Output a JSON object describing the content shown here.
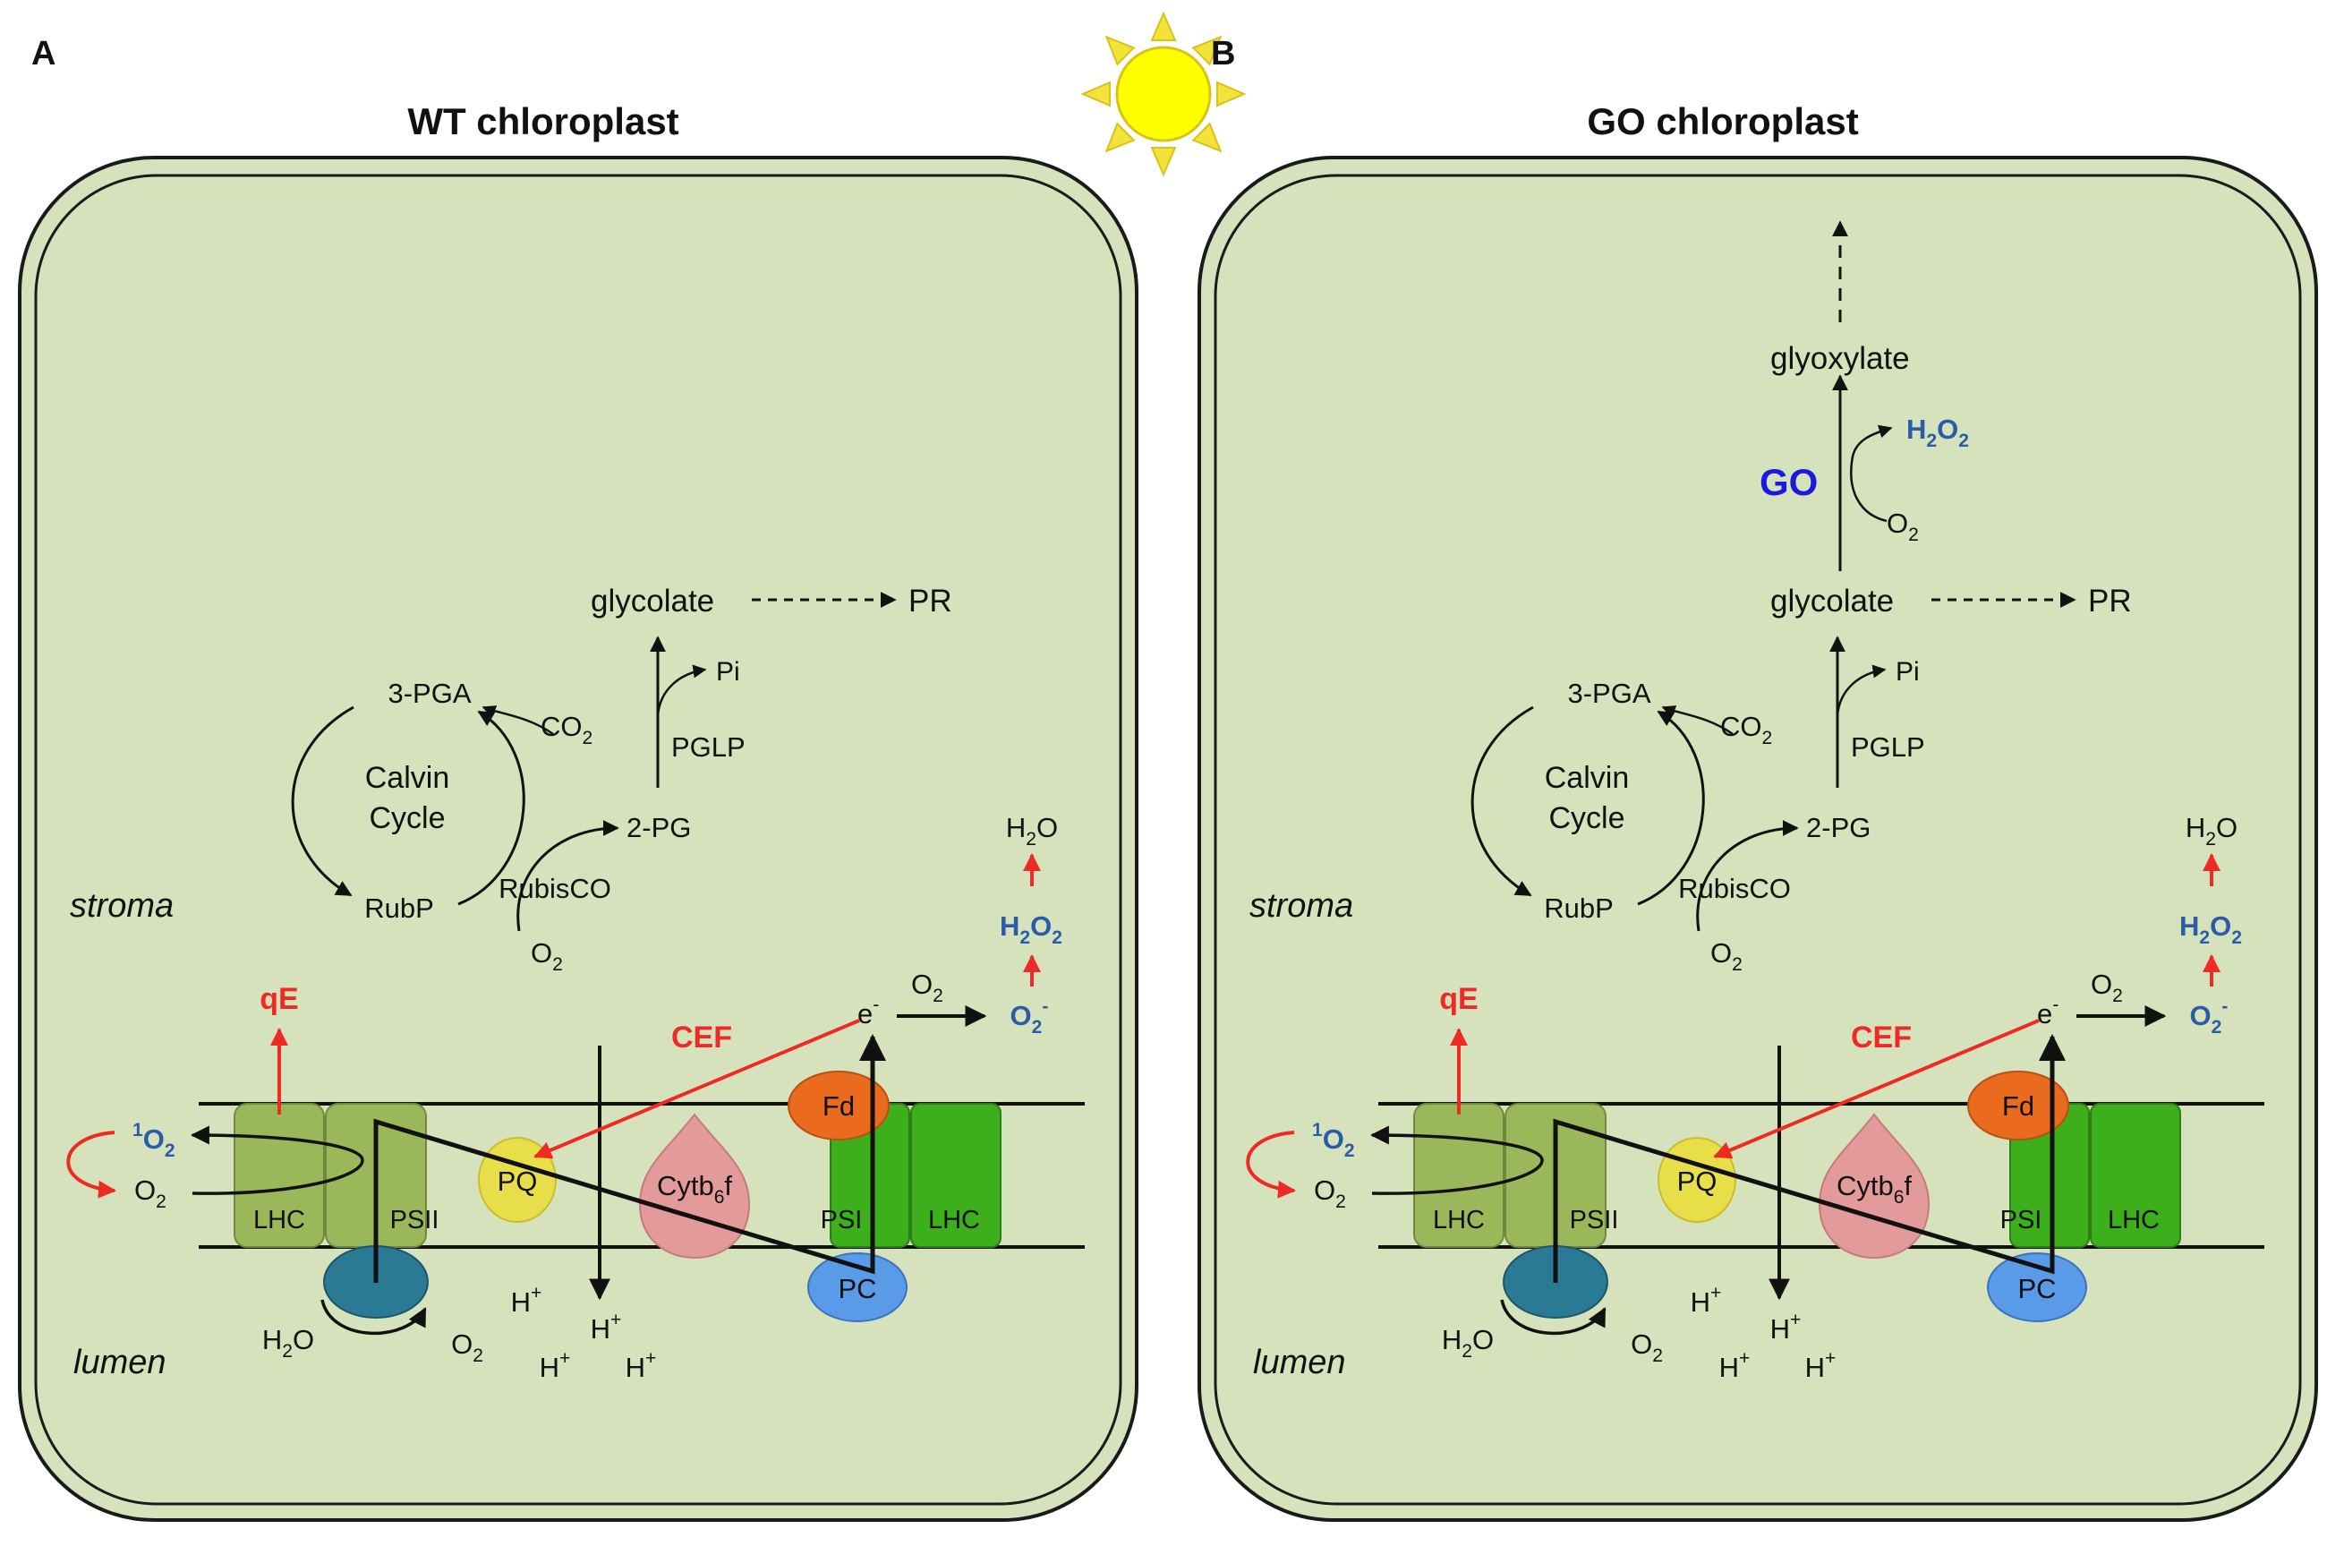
{
  "sun": {
    "fill": "#ffff00",
    "ray_color": "#f2e23a",
    "stroke": "#d9c21a"
  },
  "colors": {
    "chloroplast_fill": "#d6e2bc",
    "chloroplast_stroke": "#1a1a1a",
    "red": "#ee2a24",
    "blue_text": "#2b5ca8",
    "go_blue": "#1a1adf",
    "lhc_psii": "#9ab85a",
    "psi_lhc": "#3daf1c",
    "fd": "#ea6b1e",
    "pc": "#5a9be8",
    "pq": "#e8de4a",
    "cytb6f": "#e39a9a",
    "oec": "#2a7a95"
  },
  "panels": [
    {
      "letter": "A",
      "title": "WT chloroplast",
      "stroma": "stroma",
      "lumen": "lumen",
      "three_pga": "3-PGA",
      "co2_main": "CO",
      "co2_sub": "2",
      "calvin1": "Calvin",
      "calvin2": "Cycle",
      "rubp": "RubP",
      "rubisco": "RubisCO",
      "o2_rubisco_main": "O",
      "o2_rubisco_sub": "2",
      "two_pg": "2-PG",
      "pglp": "PGLP",
      "pi": "Pi",
      "glycolate": "glycolate",
      "pr": "PR",
      "water_main": "H",
      "water_sub": "2",
      "water_tail": "O",
      "h2o2_h": "H",
      "h2o2_2a": "2",
      "h2o2_o": "O",
      "h2o2_2b": "2",
      "superoxide_main": "O",
      "superoxide_sub": "2",
      "superoxide_sup": "-",
      "o2_etc_main": "O",
      "o2_etc_sub": "2",
      "electron_main": "e",
      "electron_sup": "-",
      "qe": "qE",
      "cef": "CEF",
      "singlet_sup": "1",
      "singlet_main": "O",
      "singlet_sub": "2",
      "o2_left_main": "O",
      "o2_left_sub": "2",
      "lhc_left": "LHC",
      "psii": "PSII",
      "pq": "PQ",
      "cyt_main": "Cytb",
      "cyt_sub": "6",
      "cyt_tail": "f",
      "fd": "Fd",
      "psi": "PSI",
      "lhc_right": "LHC",
      "pc": "PC",
      "h2o_lumen_main": "H",
      "h2o_lumen_sub": "2",
      "h2o_lumen_tail": "O",
      "o2_lumen_main": "O",
      "o2_lumen_sub": "2",
      "hplus_main": "H",
      "hplus_sup": "+"
    },
    {
      "letter": "B",
      "title": "GO chloroplast",
      "stroma": "stroma",
      "lumen": "lumen",
      "three_pga": "3-PGA",
      "co2_main": "CO",
      "co2_sub": "2",
      "calvin1": "Calvin",
      "calvin2": "Cycle",
      "rubp": "RubP",
      "rubisco": "RubisCO",
      "o2_rubisco_main": "O",
      "o2_rubisco_sub": "2",
      "two_pg": "2-PG",
      "pglp": "PGLP",
      "pi": "Pi",
      "glycolate": "glycolate",
      "pr": "PR",
      "glyoxylate": "glyoxylate",
      "go": "GO",
      "go_h2o2_h": "H",
      "go_h2o2_2a": "2",
      "go_h2o2_o": "O",
      "go_h2o2_2b": "2",
      "go_o2_main": "O",
      "go_o2_sub": "2",
      "water_main": "H",
      "water_sub": "2",
      "water_tail": "O",
      "h2o2_h": "H",
      "h2o2_2a": "2",
      "h2o2_o": "O",
      "h2o2_2b": "2",
      "superoxide_main": "O",
      "superoxide_sub": "2",
      "superoxide_sup": "-",
      "o2_etc_main": "O",
      "o2_etc_sub": "2",
      "electron_main": "e",
      "electron_sup": "-",
      "qe": "qE",
      "cef": "CEF",
      "singlet_sup": "1",
      "singlet_main": "O",
      "singlet_sub": "2",
      "o2_left_main": "O",
      "o2_left_sub": "2",
      "lhc_left": "LHC",
      "psii": "PSII",
      "pq": "PQ",
      "cyt_main": "Cytb",
      "cyt_sub": "6",
      "cyt_tail": "f",
      "fd": "Fd",
      "psi": "PSI",
      "lhc_right": "LHC",
      "pc": "PC",
      "h2o_lumen_main": "H",
      "h2o_lumen_sub": "2",
      "h2o_lumen_tail": "O",
      "o2_lumen_main": "O",
      "o2_lumen_sub": "2",
      "hplus_main": "H",
      "hplus_sup": "+"
    }
  ]
}
